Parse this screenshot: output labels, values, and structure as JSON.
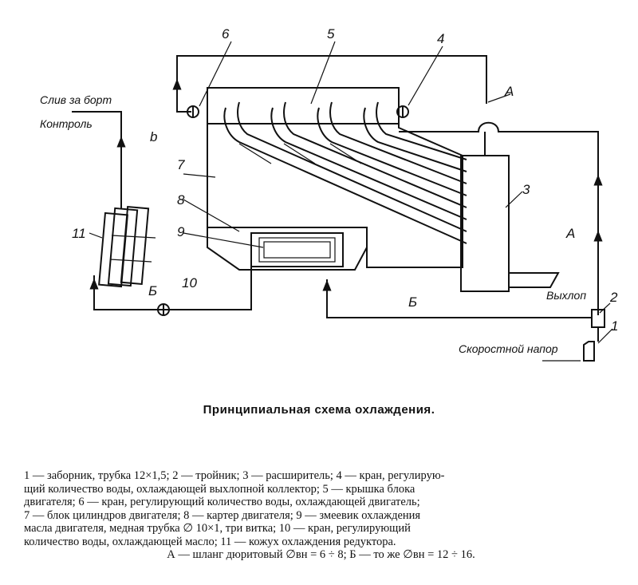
{
  "labels": {
    "n1": "1",
    "n2": "2",
    "n3": "3",
    "n4": "4",
    "n5": "5",
    "n6": "6",
    "n7": "7",
    "n8": "8",
    "n9": "9",
    "n10": "10",
    "n11": "11",
    "a_top": "A",
    "a_right": "A",
    "b_left": "b",
    "b_bottom_left": "Б",
    "b_bottom_right": "Б",
    "drain": "Слив за борт",
    "control": "Контроль",
    "exhaust": "Выхлоп",
    "ram_pressure": "Скоростной напор"
  },
  "caption": "Принципиальная схема охлаждения.",
  "legend": [
    "1 — заборник, трубка 12×1,5; 2 — тройник; 3 — расширитель; 4 — кран, регулирую-",
    "щий количество воды, охлаждающей выхлопной коллектор; 5 — крышка блока",
    "двигателя; 6 — кран, регулирующий количество воды, охлаждающей двигатель;",
    "7 — блок цилиндров двигателя; 8 — картер двигателя; 9 — змеевик охлаждения",
    "масла двигателя, медная трубка ∅ 10×1, три витка; 10 — кран, регулирующий",
    "количество воды, охлаждающей масло; 11 — кожух охлаждения редуктора.",
    "А — шланг дюритовый ∅вн = 6 ÷ 8; Б — то же ∅вн = 12 ÷ 16."
  ]
}
